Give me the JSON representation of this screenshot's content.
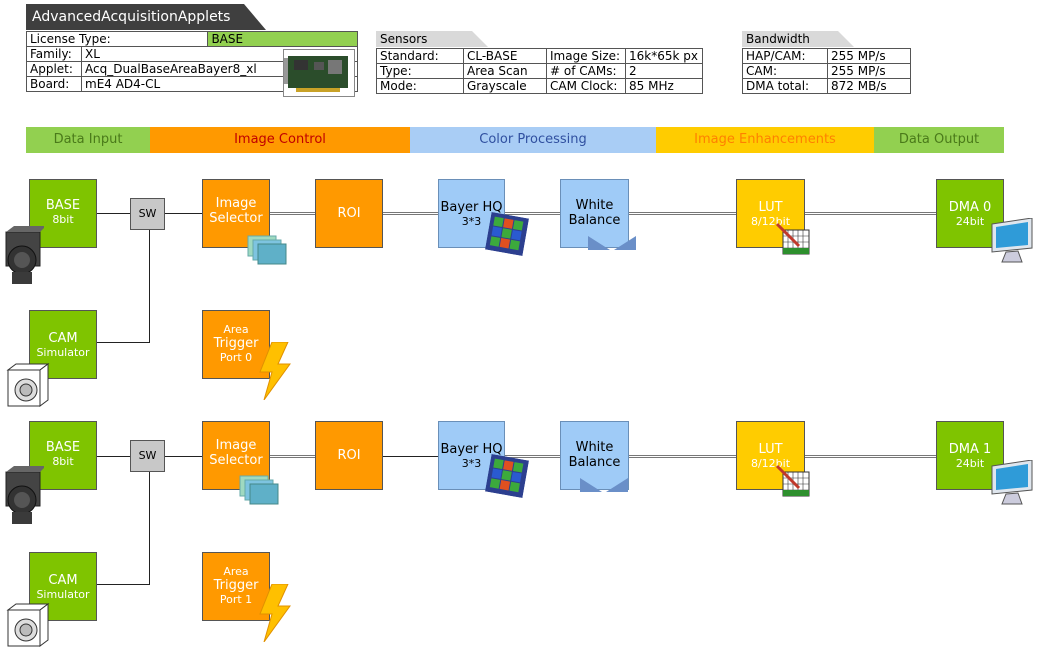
{
  "header": {
    "title": "AdvancedAcquisitionApplets"
  },
  "license": {
    "rows": [
      {
        "label": "License Type:",
        "value": "BASE"
      },
      {
        "label": "Family:",
        "value": "XL"
      },
      {
        "label": "Applet:",
        "value": "Acq_DualBaseAreaBayer8_xl"
      },
      {
        "label": "Board:",
        "value": "mE4 AD4-CL"
      }
    ]
  },
  "sensors": {
    "title": "Sensors",
    "rows": [
      {
        "l1": "Standard:",
        "v1": "CL-BASE",
        "l2": "Image Size:",
        "v2": "16k*65k px"
      },
      {
        "l1": "Type:",
        "v1": "Area Scan",
        "l2": "# of CAMs:",
        "v2": "2"
      },
      {
        "l1": "Mode:",
        "v1": "Grayscale",
        "l2": "CAM Clock:",
        "v2": "85 MHz"
      }
    ]
  },
  "bandwidth": {
    "title": "Bandwidth",
    "rows": [
      {
        "label": "HAP/CAM:",
        "value": "255 MP/s"
      },
      {
        "label": "CAM:",
        "value": "255 MP/s"
      },
      {
        "label": "DMA total:",
        "value": "872 MB/s"
      }
    ]
  },
  "categories": [
    {
      "label": "Data Input",
      "bg": "#92d050",
      "fg": "#4a7a1a"
    },
    {
      "label": "Image Control",
      "bg": "#ff9900",
      "fg": "#c00000"
    },
    {
      "label": "Color Processing",
      "bg": "#a9cdf5",
      "fg": "#3050a0"
    },
    {
      "label": "Image Enhancements",
      "bg": "#ffcc00",
      "fg": "#ff8000"
    },
    {
      "label": "Data Output",
      "bg": "#92d050",
      "fg": "#4a7a1a"
    }
  ],
  "pipelines": [
    {
      "base": {
        "l1": "BASE",
        "l2": "8bit"
      },
      "sw": "SW",
      "cam_sim": {
        "l1": "CAM",
        "l2": "Simulator"
      },
      "image_selector": {
        "l1": "Image",
        "l2": "Selector"
      },
      "roi": "ROI",
      "trigger": {
        "l1": "Area",
        "l2": "Trigger",
        "l3": "Port 0"
      },
      "bayer": {
        "l1": "Bayer HQ",
        "l2": "3*3"
      },
      "white_balance": {
        "l1": "White",
        "l2": "Balance"
      },
      "lut": {
        "l1": "LUT",
        "l2": "8/12bit"
      },
      "dma": {
        "l1": "DMA 0",
        "l2": "24bit"
      }
    },
    {
      "base": {
        "l1": "BASE",
        "l2": "8bit"
      },
      "sw": "SW",
      "cam_sim": {
        "l1": "CAM",
        "l2": "Simulator"
      },
      "image_selector": {
        "l1": "Image",
        "l2": "Selector"
      },
      "roi": "ROI",
      "trigger": {
        "l1": "Area",
        "l2": "Trigger",
        "l3": "Port 1"
      },
      "bayer": {
        "l1": "Bayer HQ",
        "l2": "3*3"
      },
      "white_balance": {
        "l1": "White",
        "l2": "Balance"
      },
      "lut": {
        "l1": "LUT",
        "l2": "8/12bit"
      },
      "dma": {
        "l1": "DMA 1",
        "l2": "24bit"
      }
    }
  ]
}
